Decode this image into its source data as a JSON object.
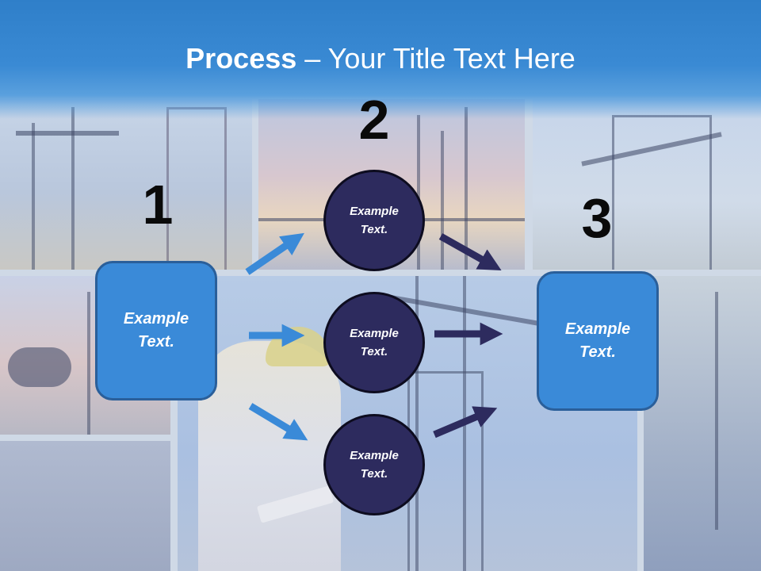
{
  "title": {
    "bold": "Process",
    "rest": " – Your Title Text Here"
  },
  "steps": [
    {
      "number": "1"
    },
    {
      "number": "2"
    },
    {
      "number": "3"
    }
  ],
  "boxes": {
    "left": "Example Text.",
    "right": "Example Text."
  },
  "circles": [
    {
      "label": "Example Text."
    },
    {
      "label": "Example Text."
    },
    {
      "label": "Example Text."
    }
  ],
  "colors": {
    "banner": "#3a8ad4",
    "box_fill": "#3a8ad8",
    "circle_fill": "#2d2b5e",
    "arrow_light": "#3a8ad8",
    "arrow_dark": "#2d2b5e"
  }
}
